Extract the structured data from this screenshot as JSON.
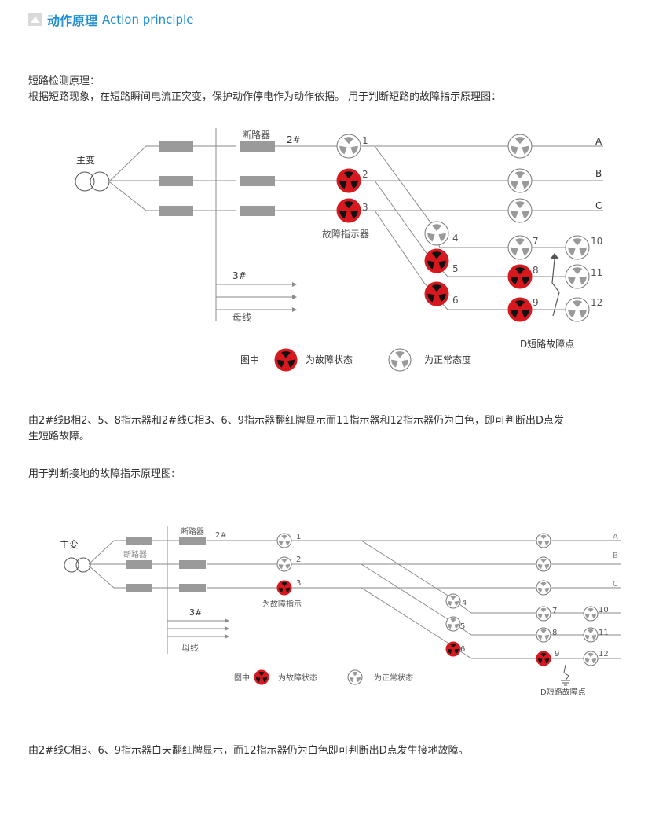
{
  "header": {
    "title_cn": "动作原理",
    "title_en": "Action principle",
    "accent": "#1f8fd2"
  },
  "section1": {
    "heading": "短路检测原理：",
    "intro": "根据短路现象，在短路瞬间电流正突变，保护动作停电作为动作依据。 用于判断短路的故障指示原理图：",
    "conclusion_line1": "由2#线B相2、5、8指示器和2#线C相3、6、9指示器翻红牌显示而11指示器和12指示器仍为白色，即可判断出D点发",
    "conclusion_line2": "生短路故障。"
  },
  "diagram1": {
    "transformer_label": "主变",
    "breaker_label": "断路器",
    "line_label": "2#",
    "fault_indicator_label": "故障指示器",
    "bus_line_label": "3#",
    "bus_label": "母线",
    "phases": [
      "A",
      "B",
      "C"
    ],
    "indicator_numbers": [
      "1",
      "2",
      "3",
      "4",
      "5",
      "6",
      "7",
      "8",
      "9",
      "10",
      "11",
      "12"
    ],
    "fault_point_label": "D短路故障点",
    "legend_prefix": "图中",
    "legend_fault": "为故障状态",
    "legend_normal": "为正常态度"
  },
  "section2": {
    "intro": "用于判断接地的故障指示原理图:",
    "conclusion": "由2#线C相3、6、9指示器白天翻红牌显示，而12指示器仍为白色即可判断出D点发生接地故障。"
  },
  "diagram2": {
    "transformer_label": "主变",
    "breaker_label": "断路器",
    "breaker_label_2": "断路器",
    "line_label": "2#",
    "fault_indicator_label": "为故障指示",
    "bus_line_label": "3#",
    "bus_label": "母线",
    "phases": [
      "A",
      "B",
      "C"
    ],
    "indicator_numbers": [
      "1",
      "2",
      "3",
      "4",
      "5",
      "6",
      "7",
      "8",
      "9",
      "10",
      "11",
      "12"
    ],
    "fault_point_label": "D短路故障点",
    "legend_prefix": "图中",
    "legend_fault": "为故障状态",
    "legend_normal": "为正常状态"
  },
  "colors": {
    "fault": "#d7191f",
    "line": "#8a8a8a",
    "breaker": "#9a9a9a",
    "text": "#333333"
  }
}
